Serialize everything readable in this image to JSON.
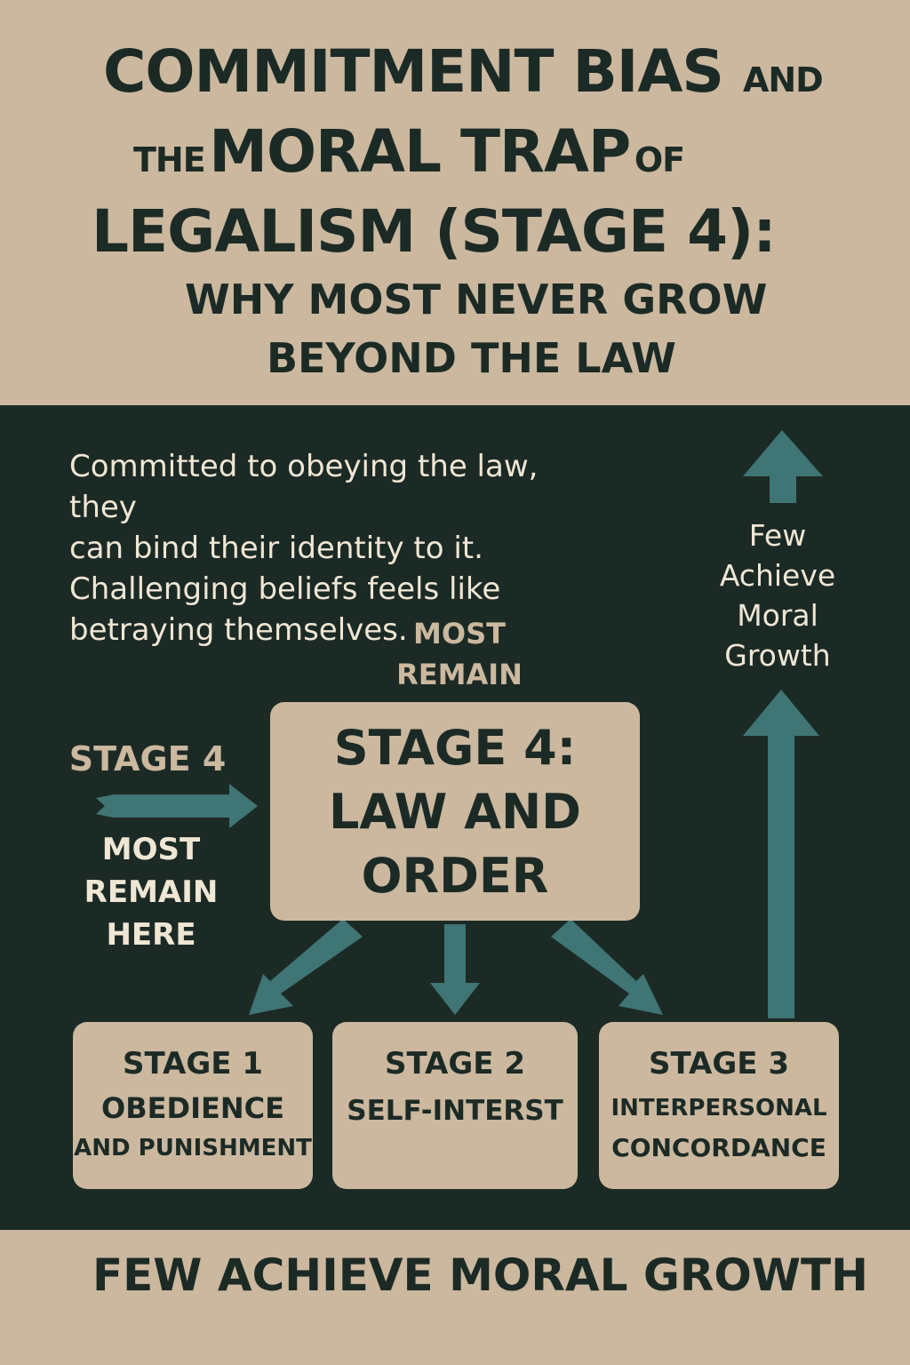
{
  "title": {
    "line1_big": "COMMITMENT BIAS",
    "line1_small": "AND",
    "line2_small_a": "THE",
    "line2_big": "MORAL TRAP",
    "line2_small_b": "OF",
    "line3_big": "LEGALISM (STAGE 4):",
    "subtitle_line1": "WHY MOST NEVER GROW",
    "subtitle_line2": "BEYOND THE LAW"
  },
  "intro": {
    "line1": "Committed to obeying the law, they",
    "line2": "can bind their identity to it.",
    "line3": "Challenging beliefs feels like",
    "line4": "betraying themselves."
  },
  "most_remain_top": {
    "line1": "MOST",
    "line2": "REMAIN HERE"
  },
  "left_labels": {
    "stage": "STAGE 4",
    "most": "MOST",
    "remain": "REMAIN",
    "here": "HERE"
  },
  "right_label": {
    "line1": "Few",
    "line2": "Achieve",
    "line3": "Moral",
    "line4": "Growth"
  },
  "center_box": {
    "line1": "STAGE 4:",
    "line2": "LAW AND",
    "line3": "ORDER"
  },
  "stages": [
    {
      "title": "STAGE 1",
      "line1": "OBEDIENCE",
      "line2": "AND PUNISHMENT"
    },
    {
      "title": "STAGE 2",
      "line1": "SELF-INTERST",
      "line2": ""
    },
    {
      "title": "STAGE 3",
      "line1": "INTERPERSONAL",
      "line2": "CONCORDANCE"
    }
  ],
  "footer": "FEW ACHIEVE MORAL GROWTH",
  "colors": {
    "dark": "#1c2a26",
    "tan": "#cbb89e",
    "teal": "#3f7574",
    "cream": "#efe6d4"
  }
}
